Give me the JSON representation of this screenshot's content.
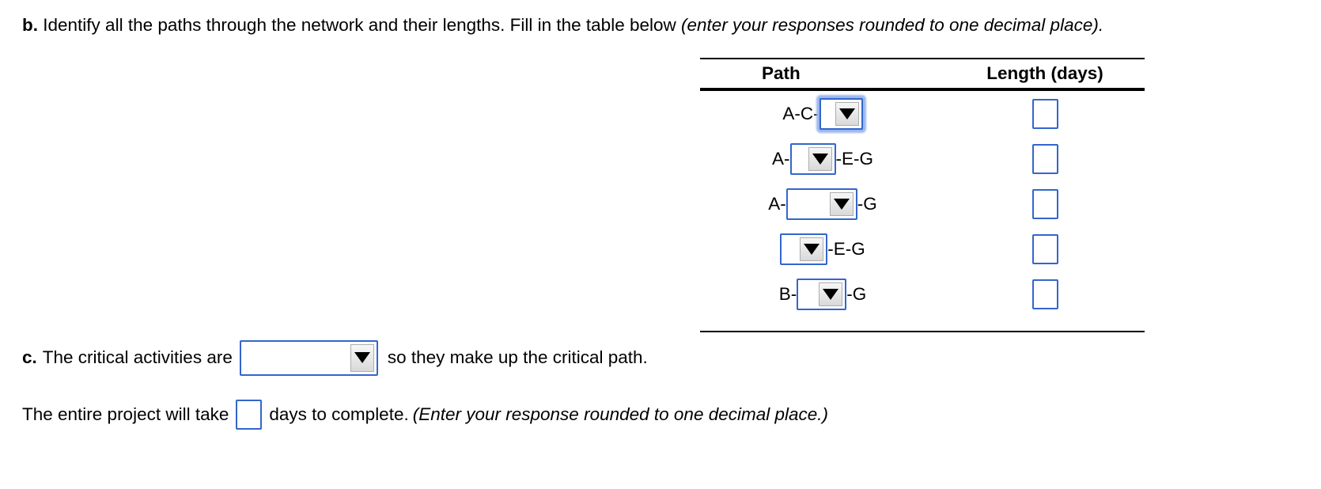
{
  "question_b": {
    "label": "b.",
    "text": "Identify all the paths through the network and their lengths. Fill in the table below",
    "italic_note": "(enter your responses rounded to one decimal place)."
  },
  "table": {
    "headers": {
      "path": "Path",
      "length": "Length (days)"
    },
    "rows": [
      {
        "prefix": "A-C-",
        "suffix": "",
        "dropdown_value": "",
        "length_value": "",
        "focused": true
      },
      {
        "prefix": "A-",
        "suffix": "-E-G",
        "dropdown_value": "",
        "length_value": "",
        "focused": false
      },
      {
        "prefix": "A-",
        "suffix": "-G",
        "dropdown_value": "",
        "length_value": "",
        "focused": false
      },
      {
        "prefix": "",
        "suffix": "-E-G",
        "dropdown_value": "",
        "length_value": "",
        "focused": false
      },
      {
        "prefix": "B-",
        "suffix": "-G",
        "dropdown_value": "",
        "length_value": "",
        "focused": false
      }
    ]
  },
  "question_c": {
    "label": "c.",
    "text_before": "The critical activities are",
    "dropdown_value": "",
    "text_after": "so they make up the critical path."
  },
  "project_line": {
    "text_before": "The entire project will take",
    "input_value": "",
    "text_after": "days to complete. ",
    "italic_note": "(Enter your response rounded to one decimal place.)"
  },
  "colors": {
    "accent_blue": "#3366cc",
    "focus_glow": "#9cb8ed",
    "arrow_black": "#000000"
  }
}
